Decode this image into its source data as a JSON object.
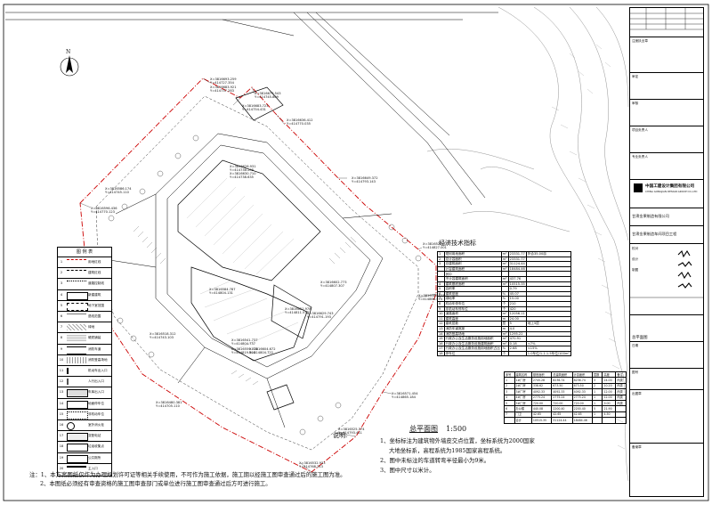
{
  "plan": {
    "title": "总平面图",
    "scale": "1:500",
    "north_label": "N",
    "notes_heading": "说明:"
  },
  "notes_right": [
    "1、坐标标注为建筑物外墙皮交点位置，坐标系统为2000国家",
    "大地坐标系，高程系统为1985国家高程系统。",
    "2、图中未标注的车道转弯半径最小为9米。",
    "3、图中尺寸以米计。"
  ],
  "notes_bottom": [
    "注：1、本方案图纸仅作为办理规划许可证等相关手续使用，不可作为施工依据，施工期以经施工图审查通过后的施工图为准。",
    "2、本图纸必须经有审查资格的施工图审查部门或单位进行施工图审查通过后方可进行施工。"
  ],
  "coordinates": [
    {
      "x": "X=3816693.259",
      "y": "Y=414727.354"
    },
    {
      "x": "X=3816683.921",
      "y": "Y=414737.283"
    },
    {
      "x": "X=3816673.543",
      "y": "Y=414745.809"
    },
    {
      "x": "X=3816683.723",
      "y": "Y=414754.431"
    },
    {
      "x": "X=3816626.931",
      "y": "Y=414736.208"
    },
    {
      "x": "X=3816630.710",
      "y": "Y=414738.635"
    },
    {
      "x": "X=3816596.436",
      "y": "Y=414770.123"
    },
    {
      "x": "X=3816586.174",
      "y": "Y=414745.110"
    },
    {
      "x": "X=3816636.412",
      "y": "Y=414770.035"
    },
    {
      "x": "X=3816649.372",
      "y": "Y=414793.143"
    },
    {
      "x": "X=3816521.573",
      "y": "Y=414827.001"
    },
    {
      "x": "X=3816602.773",
      "y": "Y=414807.307"
    },
    {
      "x": "X=3816621.978",
      "y": "Y=414811.577"
    },
    {
      "x": "X=3816629.743",
      "y": "Y=414791.193"
    },
    {
      "x": "X=3816584.787",
      "y": "Y=414804.131"
    },
    {
      "x": "X=3816582.573",
      "y": "Y=414866.573"
    },
    {
      "x": "X=3816541.737",
      "y": "Y=414804.737"
    },
    {
      "x": "X=3816559.723",
      "y": "Y=414819.803"
    },
    {
      "x": "X=3816571.454",
      "y": "Y=414865.184"
    },
    {
      "x": "X=3816525.374",
      "y": "Y=414793.411"
    },
    {
      "x": "X=3816518.312",
      "y": "Y=414743.103"
    },
    {
      "x": "X=3816604.672",
      "y": "Y=414804.722"
    },
    {
      "x": "X=3816532.933",
      "y": "Y=414768.313"
    },
    {
      "x": "X=3816480.381",
      "y": "Y=414705.110"
    }
  ],
  "legend": {
    "title": "图 例 表",
    "items": [
      {
        "num": "1",
        "label": "用地红线"
      },
      {
        "num": "2",
        "label": "建筑红线"
      },
      {
        "num": "3",
        "label": "道路控制线"
      },
      {
        "num": "4",
        "label": "新建建筑"
      },
      {
        "num": "5",
        "label": "地下室范围"
      },
      {
        "num": "6",
        "label": "退线范围"
      },
      {
        "num": "7",
        "label": "绿地"
      },
      {
        "num": "8",
        "label": "硬质铺装"
      },
      {
        "num": "9",
        "label": "消防车道"
      },
      {
        "num": "10",
        "label": "消防登高场地"
      },
      {
        "num": "11",
        "label": "机动车出入口"
      },
      {
        "num": "12",
        "label": "人行出入口"
      },
      {
        "num": "13",
        "label": "车库出入口"
      },
      {
        "num": "14",
        "label": "地面停车位"
      },
      {
        "num": "15",
        "label": "非机动车位"
      },
      {
        "num": "16",
        "label": "室外消火栓"
      },
      {
        "num": "17",
        "label": "变配电站"
      },
      {
        "num": "18",
        "label": "垃圾收集点"
      },
      {
        "num": "19",
        "label": "公共厕所"
      },
      {
        "num": "20",
        "label": "主入口"
      }
    ]
  },
  "econ": {
    "title": "经济技术指标",
    "rows": [
      [
        "1",
        "规划用地面积",
        "m²",
        "23331.77",
        "折合35.00亩"
      ],
      [
        "2",
        "总计容面积",
        "m²",
        "23331.77",
        ""
      ],
      [
        "3",
        "总建筑面积",
        "m²",
        "31124.44",
        ""
      ],
      [
        "",
        "计容建筑面积",
        "m²",
        "18484.46",
        ""
      ],
      [
        "",
        "其中",
        "",
        "",
        ""
      ],
      [
        "",
        "不计容建筑面积",
        "m²",
        "437.76",
        ""
      ],
      [
        "4",
        "建筑基底面积",
        "m²",
        "10515.35",
        ""
      ],
      [
        "5",
        "容积率",
        "",
        "0.79",
        ""
      ],
      [
        "6",
        "建筑密度",
        "%",
        "45.07",
        ""
      ],
      [
        "7",
        "绿地率",
        "%",
        "15.00",
        ""
      ],
      [
        "8",
        "机动车停车位",
        "个",
        "210",
        ""
      ],
      [
        "9",
        "非机动车停车位",
        "个",
        "420",
        ""
      ],
      [
        "10",
        "道路面积",
        "m²",
        "12056.11",
        ""
      ],
      [
        "11",
        "建筑高度",
        "m",
        "24.00",
        ""
      ],
      [
        "12",
        "建筑层数",
        "层",
        "5",
        "地上5层"
      ],
      [
        "13",
        "消防车道宽度",
        "m",
        "4.0",
        ""
      ],
      [
        "14",
        "消防登高场地",
        "m²",
        "1295.22",
        ""
      ],
      [
        "15",
        "行政办公及生活服务设施用地面积",
        "m²",
        "470.91",
        ""
      ],
      [
        "16",
        "行政办公及生活服务设施建筑面积",
        "m²",
        "0.18",
        "<7%"
      ],
      [
        "17",
        "行政办公及生活服务设施用地面积占比",
        "%",
        "2.68",
        "<15%"
      ],
      [
        "18",
        "停车位",
        "个",
        "",
        "1.0车位/1.1-1.5车位/100m²"
      ]
    ]
  },
  "buildings": {
    "header": [
      "序号",
      "建筑名称",
      "基底面积",
      "总建筑面积",
      "计容面积",
      "层数",
      "高度",
      "备注"
    ],
    "rows": [
      [
        "1",
        "1#厂房",
        "2745.28",
        "8236.74",
        "8236.74",
        "3",
        "24.00",
        "丙类"
      ],
      [
        "2",
        "2#厂房",
        "338.62",
        "673.50",
        "673.50",
        "2",
        "10.20",
        "丙类"
      ],
      [
        "3",
        "3#厂房",
        "4092.33",
        "4092.33",
        "4092.33",
        "1",
        "12.00",
        "丙类"
      ],
      [
        "4",
        "4#厂房",
        "2775.24",
        "2775.24",
        "2775.24",
        "1",
        "12.00",
        "丙类"
      ],
      [
        "5",
        "5#厂房",
        "720.00",
        "720.00",
        "720.00",
        "1",
        "9.00",
        "丙类"
      ],
      [
        "6",
        "办公楼",
        "440.08",
        "2200.40",
        "2200.40",
        "5",
        "21.90",
        ""
      ],
      [
        "7",
        "门卫",
        "42.65",
        "42.65",
        "42.65",
        "1",
        "4.50",
        ""
      ],
      [
        "",
        "合计",
        "10515.35",
        "31124.44",
        "18484.46",
        "",
        "",
        ""
      ]
    ]
  },
  "title_block": {
    "company": "中国工建设计集团有限公司",
    "company_en": "CHINA GONGJIAN DESIGN GROUP CO.,LTD",
    "project": "甘肃金果制造有限公司",
    "project_sub": "甘肃金果制造车间项目工程",
    "drawing_name": "总平面图",
    "labels": [
      "注册执业章",
      "审定",
      "审核",
      "项目负责人",
      "专业负责人",
      "校对",
      "设计",
      "制图",
      "日期",
      "图号",
      "出图章",
      "备案章"
    ]
  }
}
